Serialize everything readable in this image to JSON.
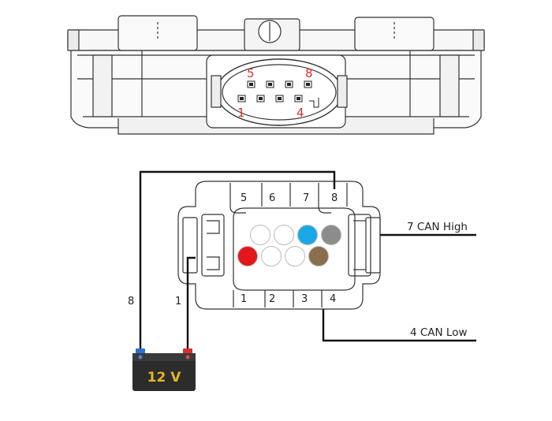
{
  "top_view": {
    "pin_labels": {
      "top_left": "5",
      "top_right": "8",
      "bottom_left": "1",
      "bottom_right": "4"
    }
  },
  "connector": {
    "pin_numbers": [
      "5",
      "6",
      "7",
      "8",
      "1",
      "2",
      "3",
      "4"
    ],
    "pins": [
      {
        "pin": "5",
        "color": "#ffffff"
      },
      {
        "pin": "6",
        "color": "#ffffff"
      },
      {
        "pin": "7",
        "color": "#19a8e6"
      },
      {
        "pin": "8",
        "color": "#8c8c8c"
      },
      {
        "pin": "1",
        "color": "#e5151c"
      },
      {
        "pin": "2",
        "color": "#ffffff"
      },
      {
        "pin": "3",
        "color": "#ffffff"
      },
      {
        "pin": "4",
        "color": "#8a6e4e"
      }
    ]
  },
  "wires": {
    "left_label": "8",
    "right_label": "1",
    "can_high": "7  CAN High",
    "can_low": "4  CAN Low"
  },
  "battery": {
    "label": "12 V",
    "colors": {
      "body": "#2c2c2c",
      "label": "#e3b61f",
      "positive_terminal": "#d9302c",
      "negative_terminal": "#2d6fd1"
    }
  }
}
